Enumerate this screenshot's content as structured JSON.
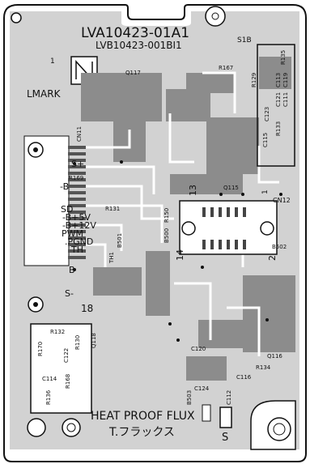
{
  "board": {
    "part_number_1": "LVA10423-01A1",
    "part_number_2": "LVB10423-001BI1",
    "label_s1b": "S1B",
    "label_1": "1",
    "label_lmark": "LMARK",
    "label_heat_proof": "HEAT PROOF FLUX",
    "label_t_flux": "T.フラックス",
    "label_s_bottom": "S"
  },
  "connector_cn11": {
    "name": "CN11",
    "pins": [
      "S+",
      "-B",
      "SD",
      "-B+5V",
      "-B+12V",
      "PWM",
      ".PGND",
      "TH",
      "B",
      "S-"
    ],
    "pin_18": "18"
  },
  "connector_cn12": {
    "name": "CN12",
    "pin_13": "13",
    "pin_14": "14",
    "pin_1": "1",
    "pin_2": "2"
  },
  "components": {
    "q117": "Q117",
    "r167": "R167",
    "r135": "R135",
    "r129": "R129",
    "c113": "C113",
    "c119": "C119",
    "c121": "C121",
    "c111": "C111",
    "c123": "C123",
    "c115": "C115",
    "r133": "R133",
    "q115": "Q115",
    "r169": "R169",
    "r131": "R131",
    "r150": "R150",
    "b500": "B500",
    "b501": "B501",
    "th1": "TH1",
    "b502": "B502",
    "q118": "Q118",
    "r132": "R132",
    "r170": "R170",
    "c122": "C122",
    "r130": "R130",
    "c114": "C114",
    "r168": "R168",
    "r136": "R136",
    "c120": "C120",
    "q116": "Q116",
    "r134": "R134",
    "c116": "C116",
    "c124": "C124",
    "b503": "B503",
    "c112": "C112"
  }
}
